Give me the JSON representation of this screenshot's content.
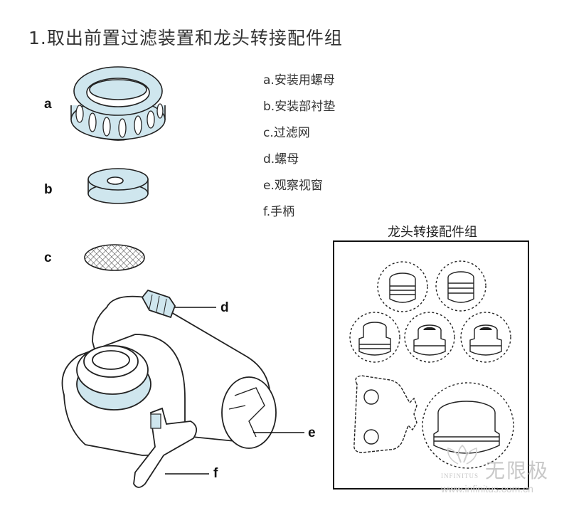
{
  "title": "1.取出前置过滤装置和龙头转接配件组",
  "letters": {
    "a": "a",
    "b": "b",
    "c": "c",
    "d": "d",
    "e": "e",
    "f": "f"
  },
  "legend": [
    "a.安装用螺母",
    "b.安装部衬垫",
    "c.过滤网",
    "d.螺母",
    "e.观察视窗",
    "f.手柄"
  ],
  "kit_title": "龙头转接配件组",
  "watermark": {
    "cn": "无限极",
    "en": "INFINITUS",
    "url": "www.infinitus.com.cn"
  },
  "colors": {
    "part_fill": "#cfe6ee",
    "line": "#222222",
    "box_border": "#111111"
  }
}
